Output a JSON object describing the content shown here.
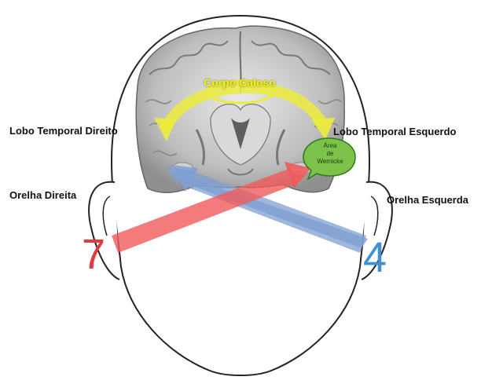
{
  "labels": {
    "corpus_callosum": "Corpo Caloso",
    "right_temporal": "Lobo Temporal Direito",
    "left_temporal": "Lobo Temporal Esquerdo",
    "right_ear": "Orelha Direita",
    "left_ear": "Orelha Esquerda",
    "wernicke_line1": "Área",
    "wernicke_line2": "de",
    "wernicke_line3": "Wernicke"
  },
  "numbers": {
    "right_ear_value": "7",
    "left_ear_value": "4"
  },
  "colors": {
    "red_arrow": "#f05a5a",
    "blue_arrow": "#7f9fd2",
    "yellow_arrow": "#ecec3c",
    "wernicke_green": "#7cc24a",
    "red_number": "#e23b3b",
    "blue_number": "#3f8fd8",
    "corpus_text": "#f0ee2c"
  }
}
